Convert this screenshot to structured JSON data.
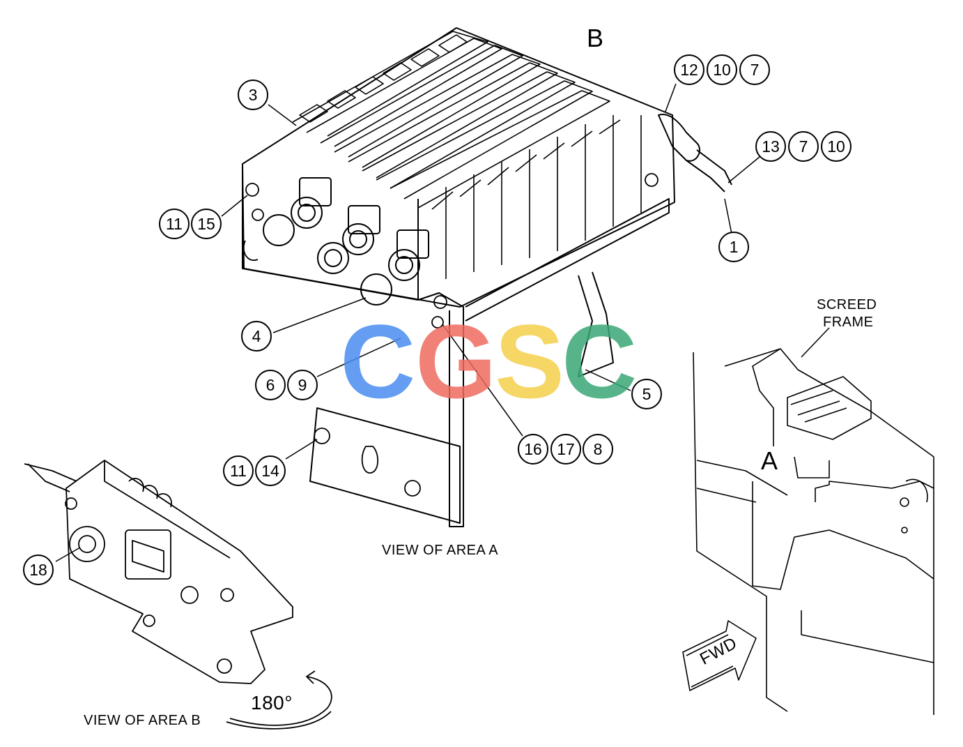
{
  "view_labels": {
    "area_a": "VIEW OF AREA  A",
    "area_b": "VIEW OF AREA  B",
    "screed_frame_line1": "SCREED",
    "screed_frame_line2": "FRAME",
    "rotation": "180°",
    "fwd": "FWD",
    "letter_a": "A",
    "letter_b": "B"
  },
  "callouts": {
    "c3": "3",
    "c12": "12",
    "c10a": "10",
    "c7a": "7",
    "c13": "13",
    "c7b": "7",
    "c10b": "10",
    "c1": "1",
    "c11a": "11",
    "c15": "15",
    "c4": "4",
    "c6": "6",
    "c9": "9",
    "c5": "5",
    "c16": "16",
    "c17": "17",
    "c8": "8",
    "c11b": "11",
    "c14": "14",
    "c18": "18"
  },
  "watermark": {
    "letters": [
      "C",
      "G",
      "S",
      "C"
    ],
    "colors": [
      "#4a8df0",
      "#ef6b5f",
      "#f5cf4a",
      "#3aa876"
    ]
  }
}
